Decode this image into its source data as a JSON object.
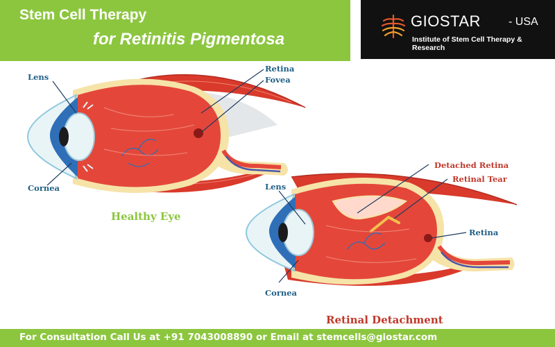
{
  "header": {
    "title_line1": "Stem Cell Therapy",
    "title_line2": "for Retinitis Pigmentosa",
    "bg_color": "#8cc63f"
  },
  "logo": {
    "wordmark": "GIOSTAR",
    "suffix": "-  USA",
    "tagline": "Institute of Stem Cell Therapy & Research",
    "icon": "tree-of-life-emblem"
  },
  "diagram": {
    "healthy_eye": {
      "caption": "Healthy Eye",
      "labels": {
        "lens": "Lens",
        "cornea": "Cornea",
        "retina": "Retina",
        "fovea": "Fovea"
      }
    },
    "detached_eye": {
      "caption": "Retinal Detachment",
      "labels": {
        "lens": "Lens",
        "cornea": "Cornea",
        "retina": "Retina",
        "detached_retina": "Detached Retina",
        "retinal_tear": "Retinal Tear"
      }
    },
    "colors": {
      "label_blue": "#1f5f86",
      "label_red": "#c0392b",
      "caption_green": "#8cc63f",
      "caption_red": "#c0392b",
      "eyeball_red": "#e4473a",
      "muscle_red": "#d93a2b",
      "cornea_blue": "#2e6fb8",
      "lens_light": "#e9f4f7",
      "retina_yellow": "#f6e3a8"
    }
  },
  "footer": {
    "text": "For Consultation Call Us at +91 7043008890 or Email at stemcells@giostar.com"
  }
}
